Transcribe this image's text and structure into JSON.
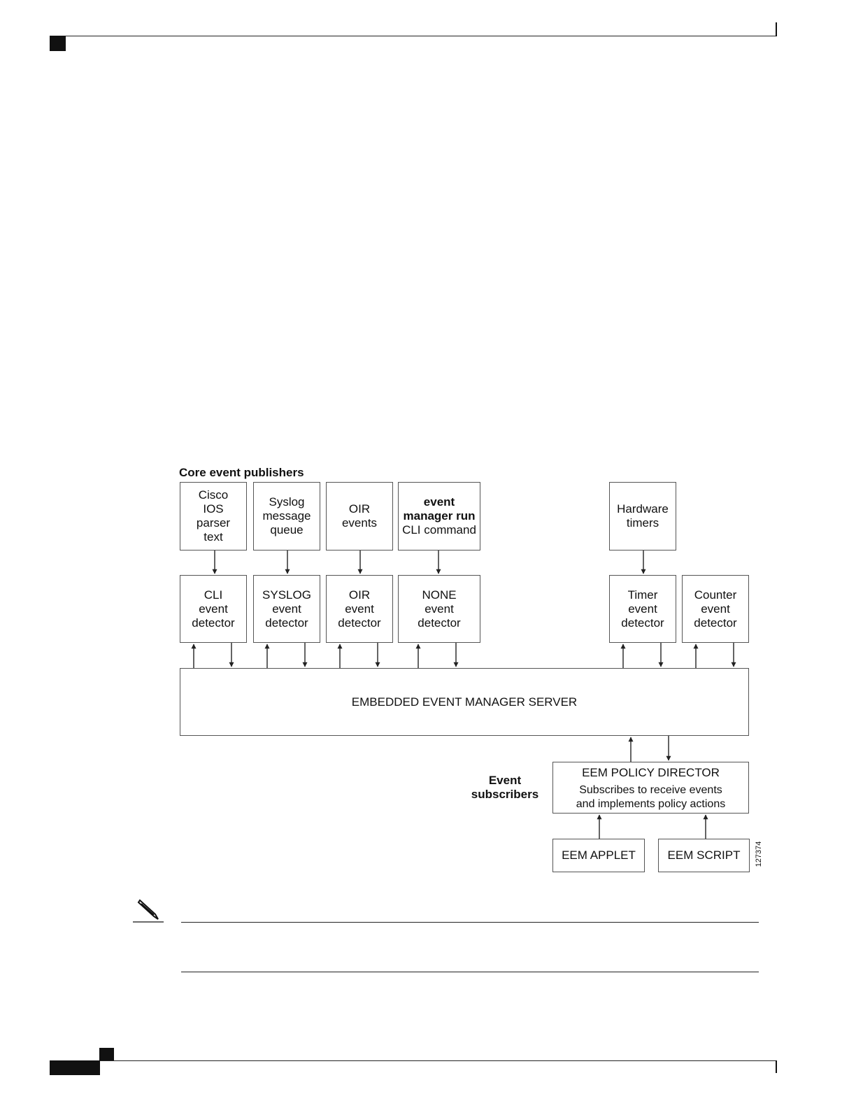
{
  "labels": {
    "core_publishers": "Core event publishers",
    "event_subscribers_line1": "Event",
    "event_subscribers_line2": "subscribers",
    "figure_id": "127374"
  },
  "publishers": {
    "cisco_ios": [
      "Cisco",
      "IOS",
      "parser",
      "text"
    ],
    "syslog_queue": [
      "Syslog",
      "message",
      "queue"
    ],
    "oir_events": [
      "OIR",
      "events"
    ],
    "event_manager_run": [
      "event",
      "manager run",
      "CLI command"
    ],
    "hardware_timers": [
      "Hardware",
      "timers"
    ]
  },
  "detectors": {
    "cli": [
      "CLI",
      "event",
      "detector"
    ],
    "syslog": [
      "SYSLOG",
      "event",
      "detector"
    ],
    "oir": [
      "OIR",
      "event",
      "detector"
    ],
    "none": [
      "NONE",
      "event",
      "detector"
    ],
    "timer": [
      "Timer",
      "event",
      "detector"
    ],
    "counter": [
      "Counter",
      "event",
      "detector"
    ]
  },
  "server": {
    "label": "EMBEDDED EVENT MANAGER SERVER"
  },
  "policy_director": {
    "title": "EEM POLICY DIRECTOR",
    "description_line1": "Subscribes to receive events",
    "description_line2": "and implements policy actions"
  },
  "subscribers": {
    "applet": "EEM APPLET",
    "script": "EEM SCRIPT"
  }
}
